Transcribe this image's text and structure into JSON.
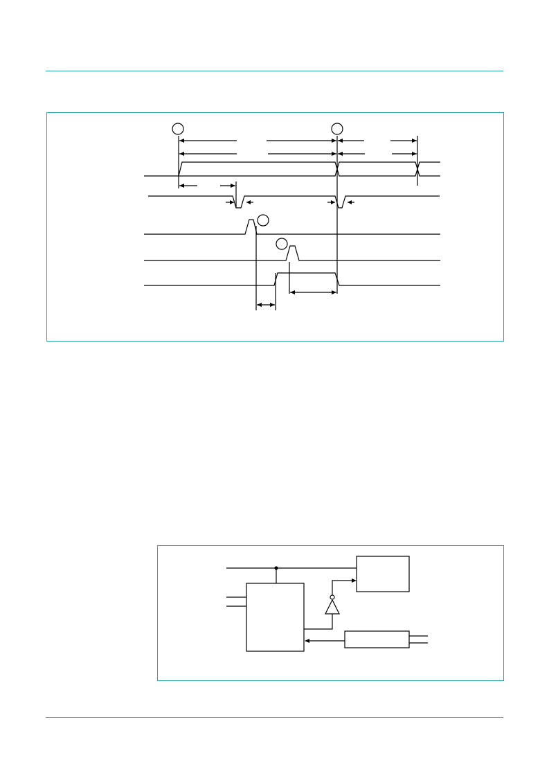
{
  "colors": {
    "accent_rule": "#2aa7b5",
    "line": "#000000",
    "background": "#ffffff"
  },
  "timing_diagram": {
    "markers": [
      "circle-marker-1",
      "circle-marker-2",
      "circle-marker-3",
      "circle-marker-4"
    ]
  },
  "block_diagram": {
    "components": [
      "main-ic-block",
      "upper-right-block",
      "inverter-gate",
      "lower-right-block"
    ]
  }
}
